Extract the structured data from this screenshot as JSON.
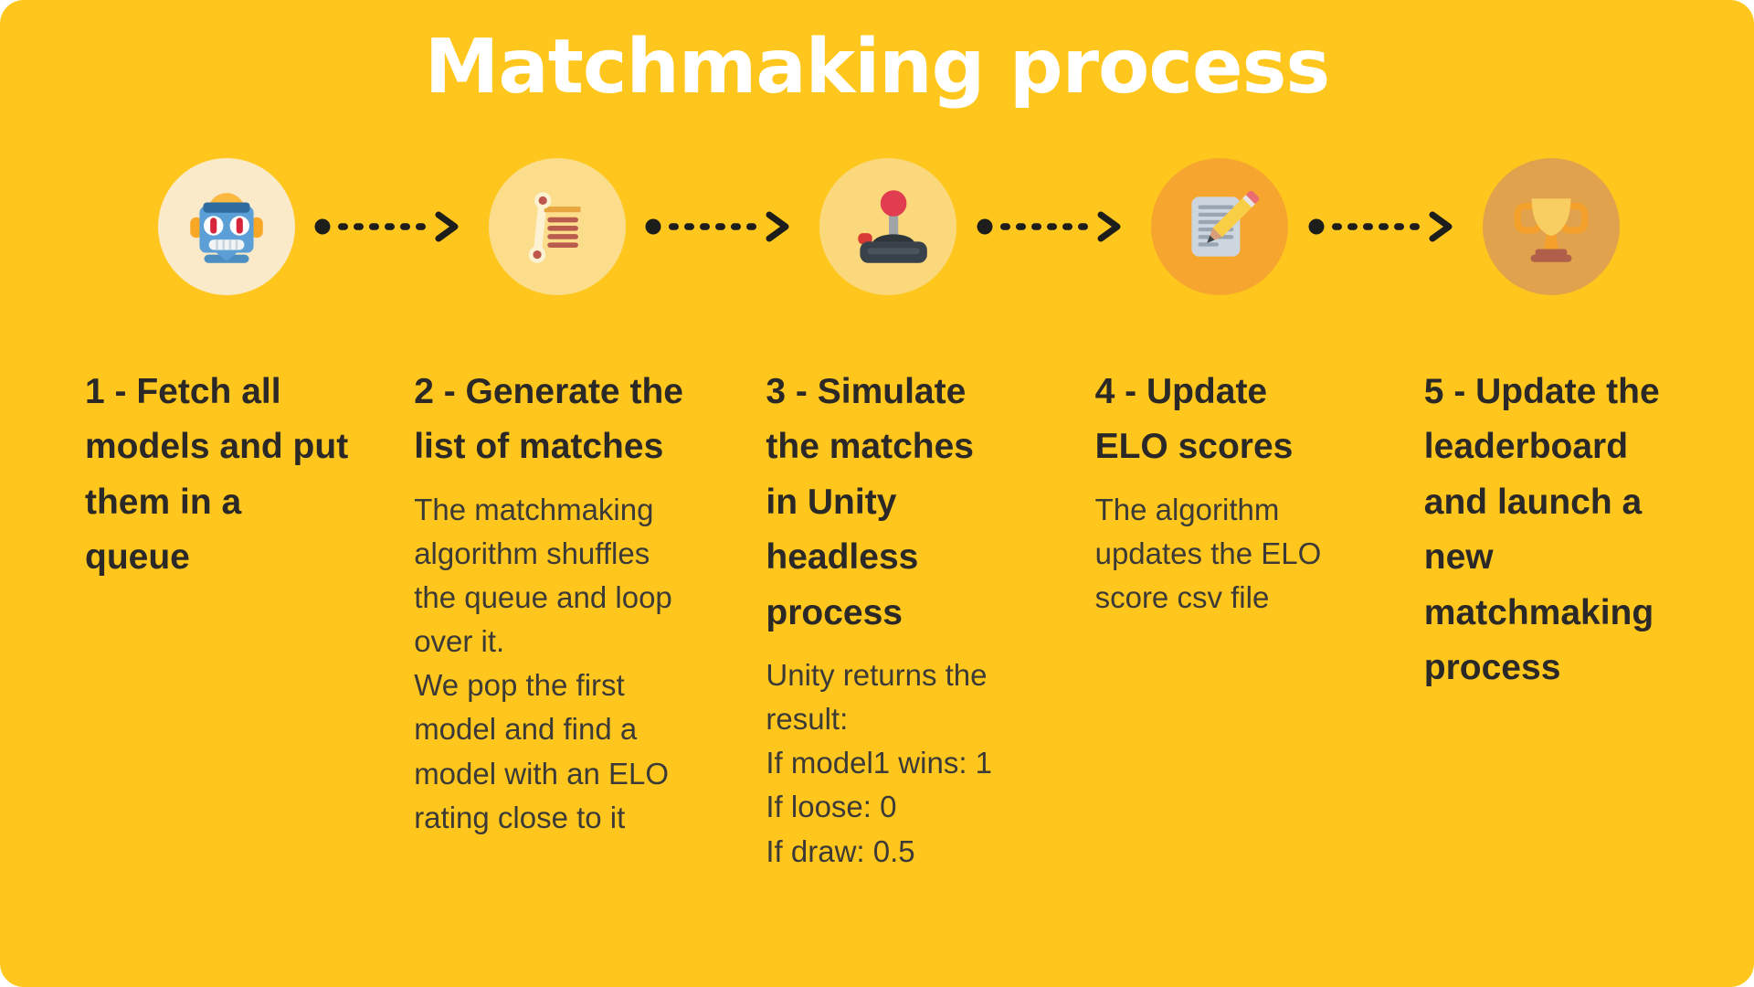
{
  "title": "Matchmaking process",
  "colors": {
    "canvas": "#FFC71D",
    "page-bg": "#FFFFFF",
    "title-color": "#FFFFFF",
    "heading-color": "#2B2927",
    "body-color": "#3C3A37",
    "arrow-color": "#1D1D1B",
    "circle1": "#FAEACA",
    "circle2": "#FBDD8C",
    "circle3": "#FAD87B",
    "circle4": "#F6A62F",
    "circle5": "#E0A24C"
  },
  "steps": [
    {
      "icon": "robot-icon",
      "heading": "1 - Fetch all\nmodels and put\nthem in a\nqueue",
      "body": ""
    },
    {
      "icon": "scroll-list-icon",
      "heading": "2 - Generate the\nlist of matches",
      "body": "The matchmaking\nalgorithm shuffles\nthe queue and loop\nover it.\nWe pop the first\nmodel and find a\nmodel with an ELO\nrating close to it"
    },
    {
      "icon": "joystick-icon",
      "heading": "3 - Simulate\nthe matches\nin Unity\nheadless\nprocess",
      "body": "Unity returns the\nresult:\nIf model1 wins: 1\nIf loose: 0\nIf draw: 0.5"
    },
    {
      "icon": "note-pencil-icon",
      "heading": "4 - Update\nELO scores",
      "body": "The algorithm\nupdates the ELO\nscore csv file"
    },
    {
      "icon": "trophy-icon",
      "heading": "5 - Update the\nleaderboard\nand launch a\nnew\nmatchmaking\nprocess",
      "body": ""
    }
  ]
}
